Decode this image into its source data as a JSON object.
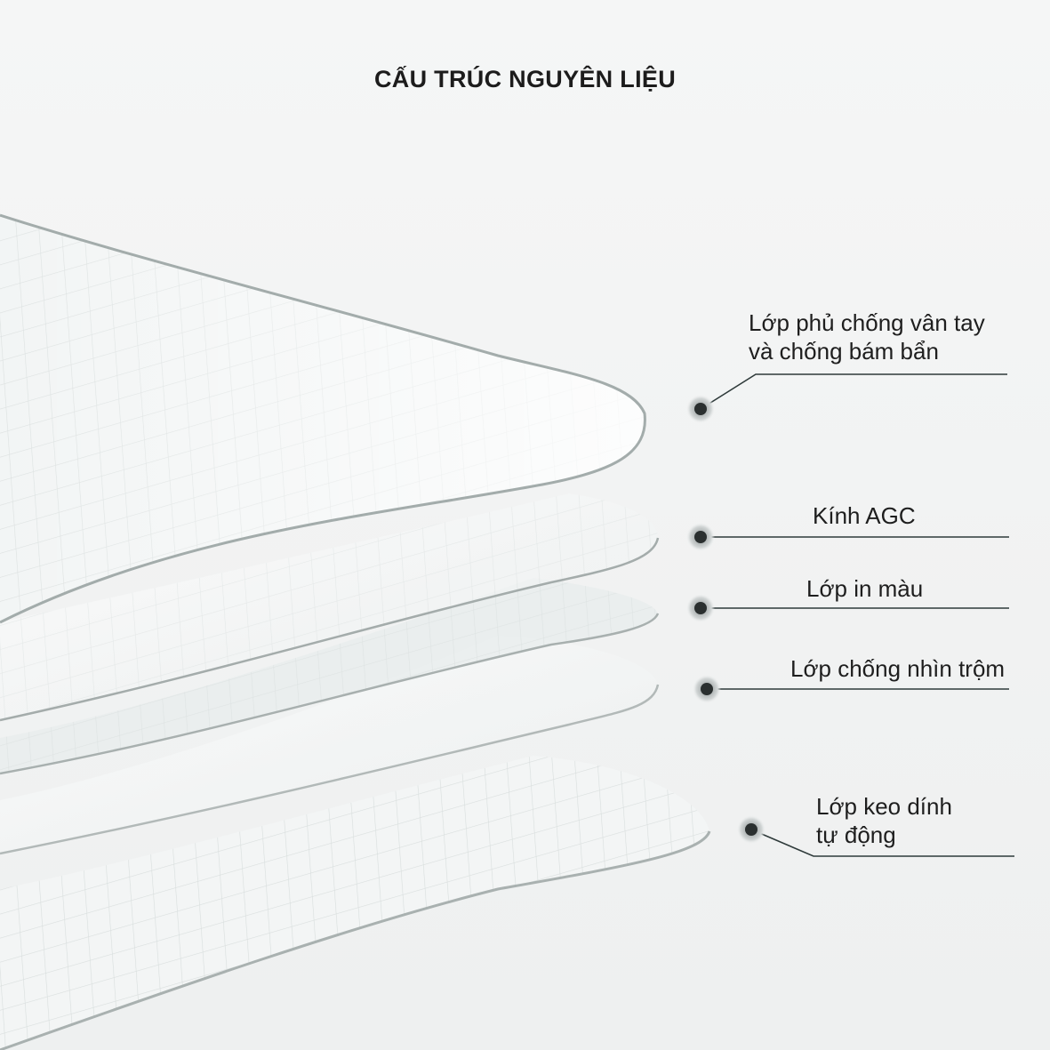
{
  "title": "CẤU TRÚC NGUYÊN LIỆU",
  "layers": [
    {
      "id": "coating",
      "lines": [
        "Lớp phủ chống vân tay",
        "và chống bám bẩn"
      ]
    },
    {
      "id": "glass",
      "lines": [
        "Kính AGC"
      ]
    },
    {
      "id": "print",
      "lines": [
        "Lớp in màu"
      ]
    },
    {
      "id": "privacy",
      "lines": [
        "Lớp chống nhìn trộm"
      ]
    },
    {
      "id": "adhesive",
      "lines": [
        "Lớp keo dính",
        "tự động"
      ]
    }
  ],
  "colors": {
    "text": "#1e1e1e",
    "leader_line": "#2e3a3a",
    "dot": "#2a2f2f",
    "dot_halo": "#bfc3c3",
    "sheet_edge": "#9ea7a6",
    "grid": "#d9dede"
  }
}
